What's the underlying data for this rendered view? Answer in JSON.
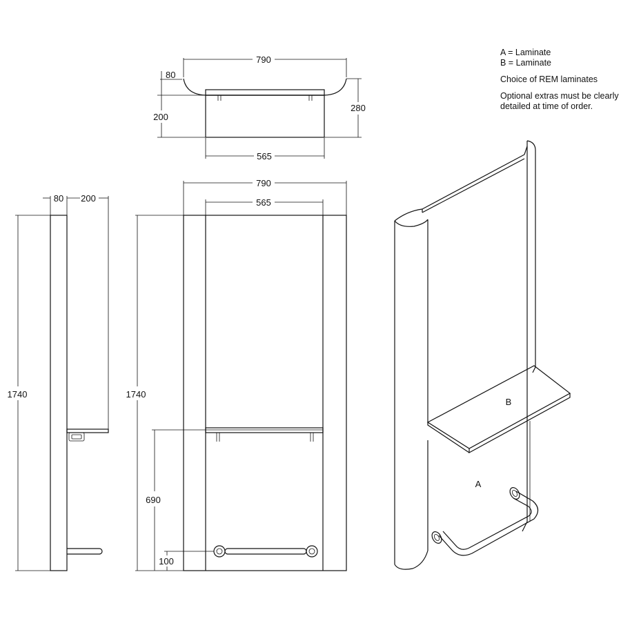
{
  "notes": {
    "line1": "A = Laminate",
    "line2": "B = Laminate",
    "line3": "Choice of REM laminates",
    "line4a": "Optional extras must be clearly",
    "line4b": "detailed at time of order."
  },
  "plan": {
    "width": "790",
    "inset": "80",
    "depth": "200",
    "total_depth": "280",
    "shelf_width": "565"
  },
  "side": {
    "thickness": "80",
    "depth": "200",
    "height": "1740"
  },
  "front": {
    "width": "790",
    "shelf_width": "565",
    "height": "1740",
    "shelf_height": "690",
    "rail_height": "100"
  },
  "iso": {
    "label_a": "A",
    "label_b": "B"
  }
}
